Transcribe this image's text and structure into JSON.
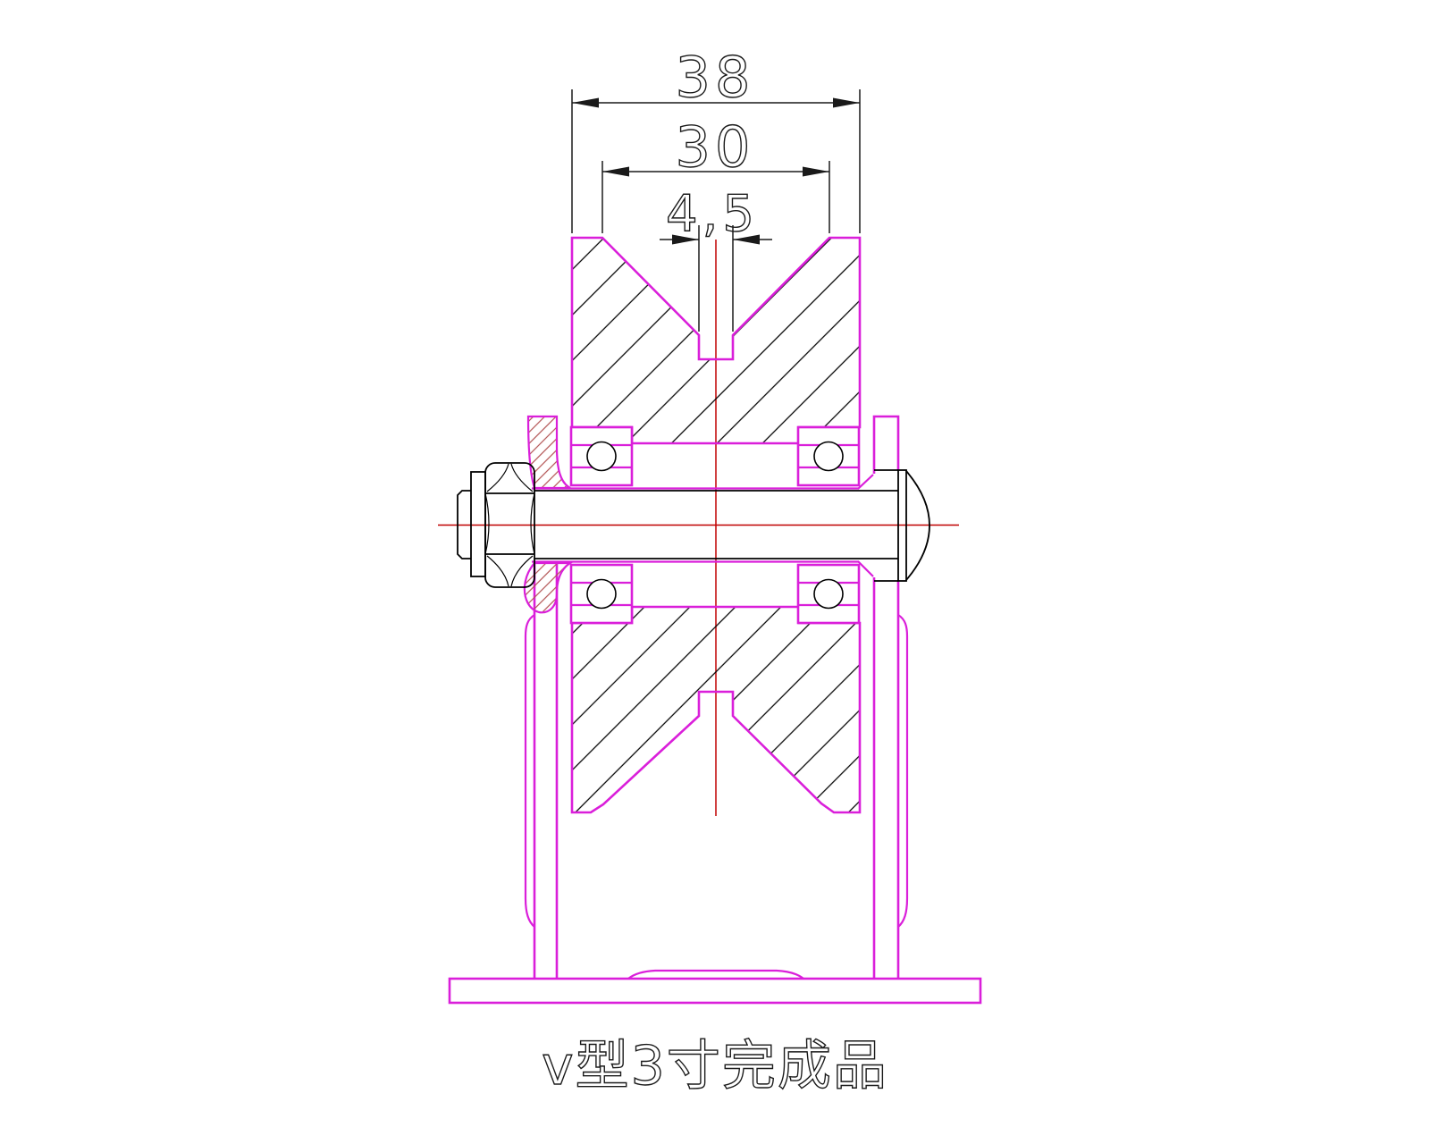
{
  "drawing": {
    "title": "v型3寸完成品",
    "dimensions": {
      "overall_width": "38",
      "groove_top_width": "30",
      "slot_width": "4,5"
    },
    "colors": {
      "outline": "#da1fda",
      "hatch": "#000000",
      "section_hatch": "#b25252",
      "centerline": "#c00000",
      "annotation": "#1a1a1a",
      "background": "#ffffff"
    }
  }
}
